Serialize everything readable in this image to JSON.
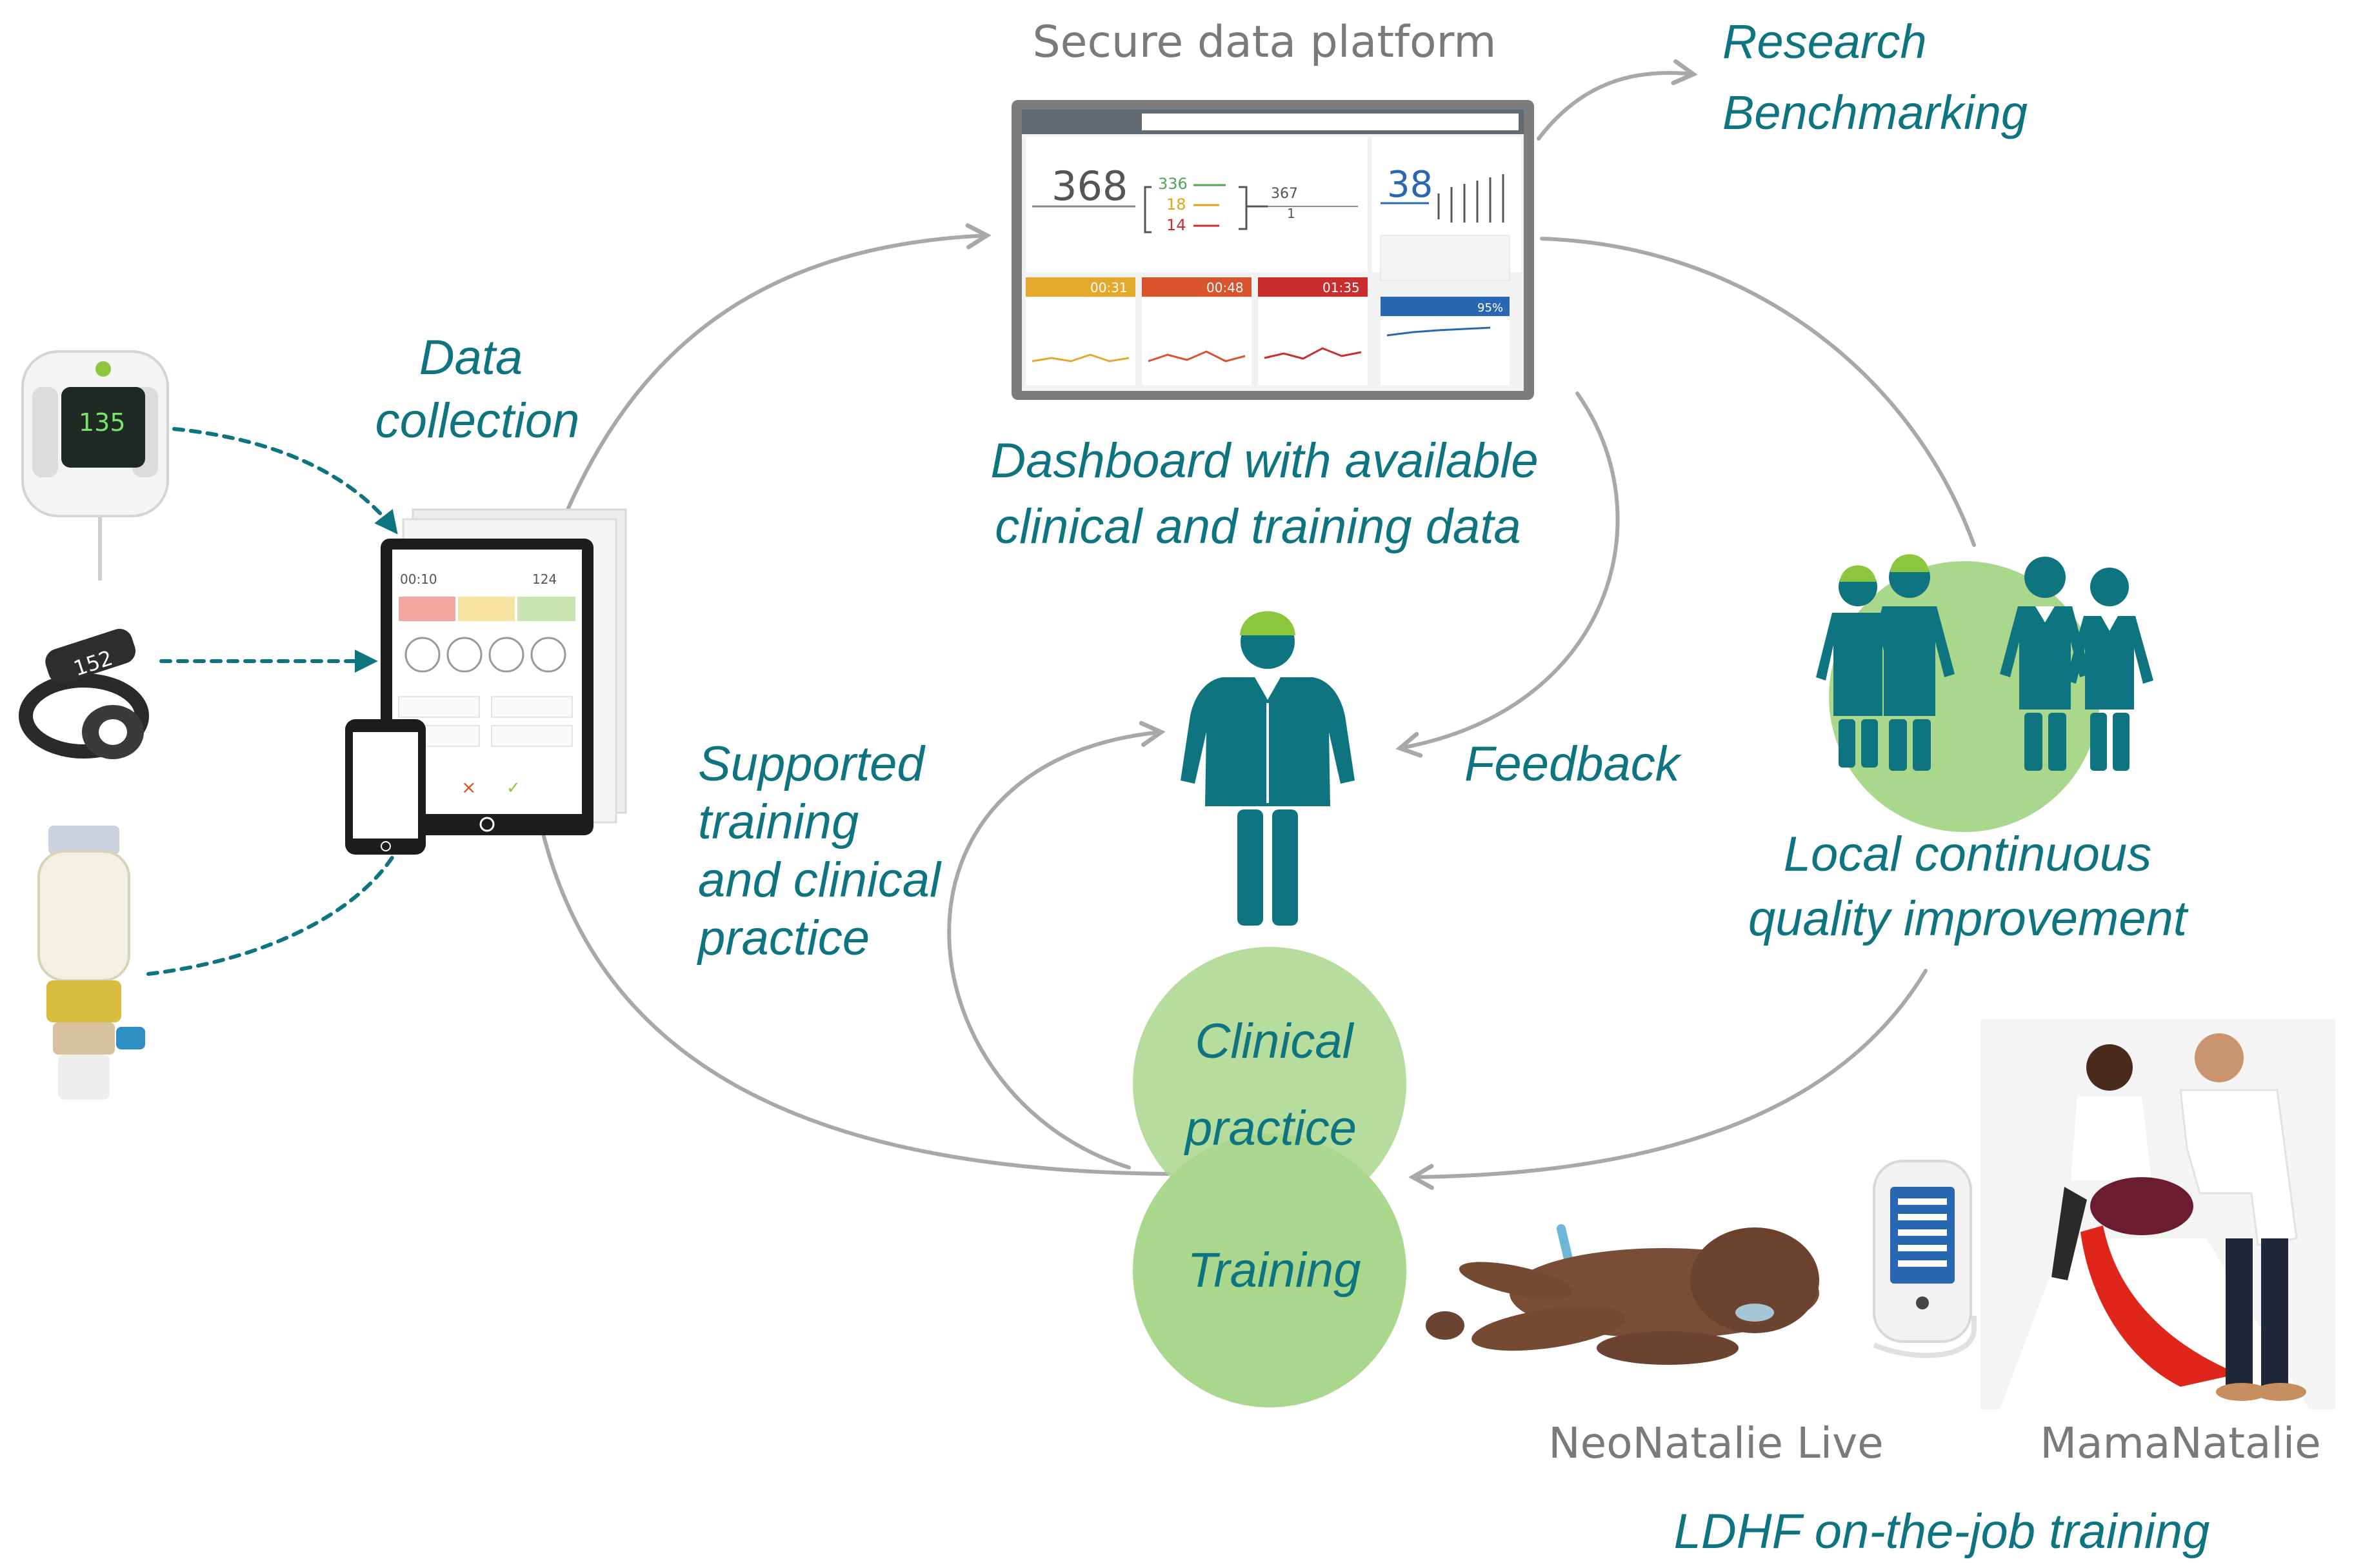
{
  "labels": {
    "secure_platform": "Secure data platform",
    "research": "Research",
    "benchmarking": "Benchmarking",
    "data_collection_1": "Data",
    "data_collection_2": "collection",
    "dashboard_1": "Dashboard with available",
    "dashboard_2": "clinical and training data",
    "supported_1": "Supported",
    "supported_2": "training",
    "supported_3": "and clinical",
    "supported_4": "practice",
    "feedback": "Feedback",
    "local_1": "Local continuous",
    "local_2": "quality improvement",
    "clinical_1": "Clinical",
    "clinical_2": "practice",
    "training": "Training",
    "neonatalie": "NeoNatalie Live",
    "mamanatalie": "MamaNatalie",
    "ldhf": "LDHF on-the-job training"
  },
  "dashboard": {
    "big_number": "368",
    "sub_a": "336",
    "sub_b": "18",
    "sub_c": "14",
    "side_number": "367",
    "side_sub": "1",
    "training_number": "38",
    "time_a": "00:31",
    "time_b": "00:48",
    "time_c": "01:35",
    "percent": "95%"
  },
  "devices": {
    "heart_rate": "135",
    "wrist_reading": "152",
    "tablet_timer": "00:10",
    "tablet_count": "124"
  },
  "colors": {
    "teal": "#0e7580",
    "teal_dark": "#0b6b74",
    "green_circle": "#a9d78c",
    "arrow_gray": "#a8a8a8"
  }
}
